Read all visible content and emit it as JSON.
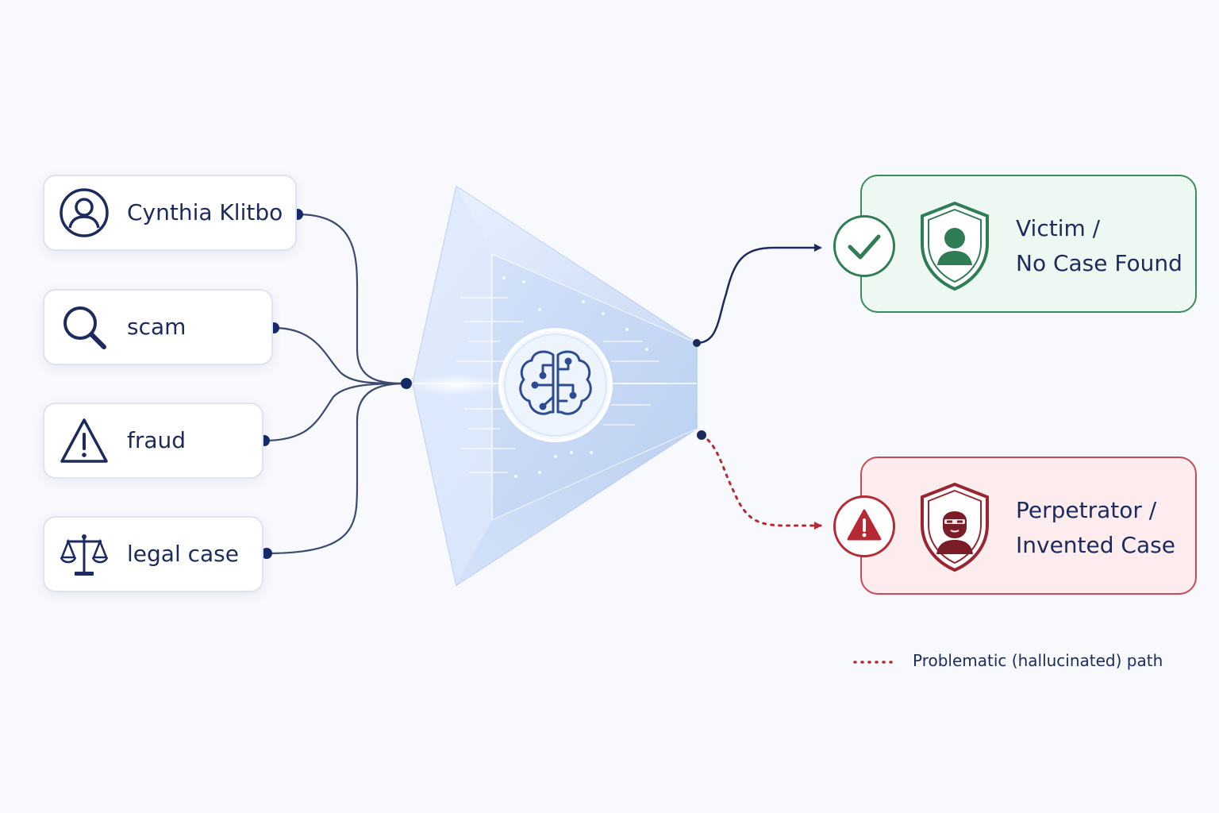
{
  "inputs": [
    {
      "label": "Cynthia Klitbo",
      "icon": "person-icon"
    },
    {
      "label": "scam",
      "icon": "magnifier-icon"
    },
    {
      "label": "fraud",
      "icon": "warning-triangle-icon"
    },
    {
      "label": "legal case",
      "icon": "scales-icon"
    }
  ],
  "model": {
    "icon": "brain-circuit-icon"
  },
  "outputs": {
    "victim": {
      "line1": "Victim /",
      "line2": "No Case Found",
      "icon": "checkmark-icon",
      "shield_icon": "person-shield-icon",
      "color": "#2f7d55"
    },
    "perpetrator": {
      "line1": "Perpetrator /",
      "line2": "Invented Case",
      "icon": "warning-icon",
      "shield_icon": "masked-person-shield-icon",
      "color": "#b52a35"
    }
  },
  "legend": {
    "label": "Problematic (hallucinated) path",
    "color": "#b52a35"
  },
  "colors": {
    "navy": "#1c2a5e",
    "green": "#2f7d55",
    "red": "#b52a35"
  }
}
